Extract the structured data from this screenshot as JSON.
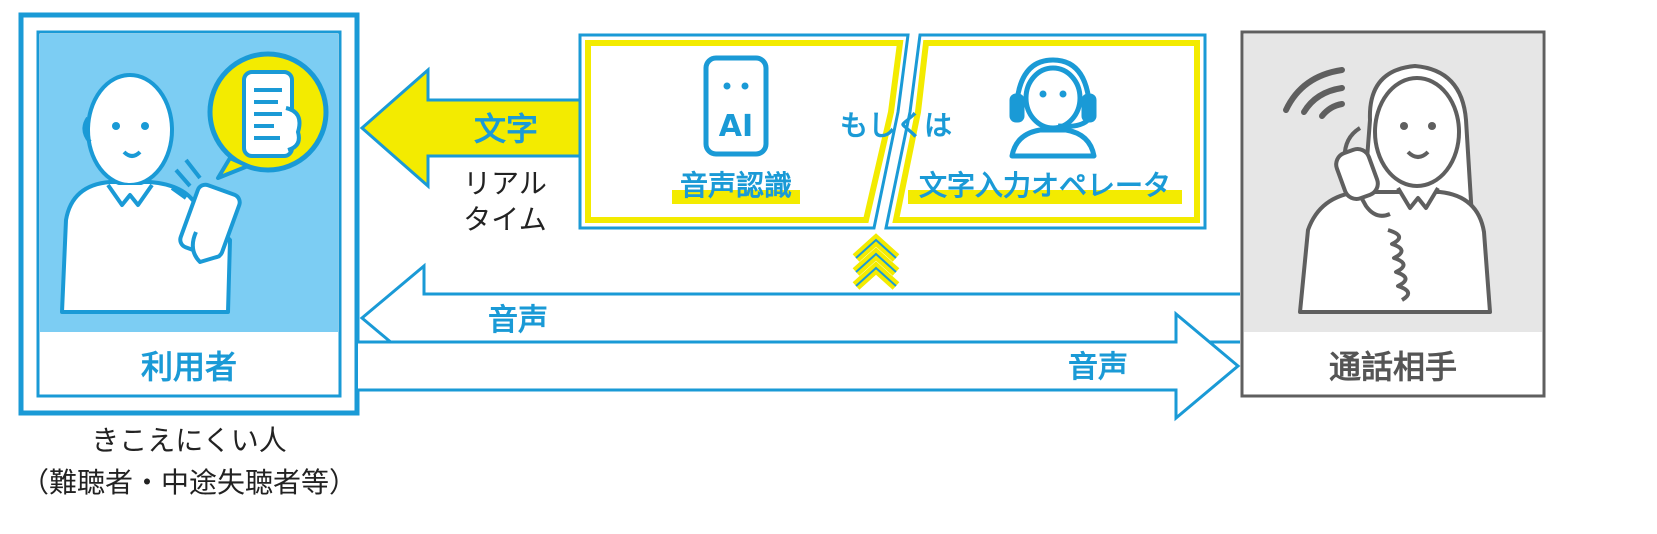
{
  "colors": {
    "blue": "#1a9ad6",
    "light_blue": "#7ccdf3",
    "yellow": "#f3eb00",
    "gray_border": "#5f5f5f",
    "gray_fill": "#e6e6e6",
    "gray_text": "#555555",
    "text_dark": "#222222"
  },
  "user_box": {
    "label": "利用者",
    "caption_line1": "きこえにくい人",
    "caption_line2": "（難聴者・中途失聴者等）"
  },
  "partner_box": {
    "label": "通話相手"
  },
  "center_box": {
    "ai_icon_text": "AI",
    "speech_recognition_label": "音声認識",
    "or_text": "もしくは",
    "operator_label": "文字入力オペレータ"
  },
  "arrows": {
    "text_label": "文字",
    "realtime_line1": "リアル",
    "realtime_line2": "タイム",
    "voice_to_user_label": "音声",
    "voice_to_partner_label": "音声"
  }
}
